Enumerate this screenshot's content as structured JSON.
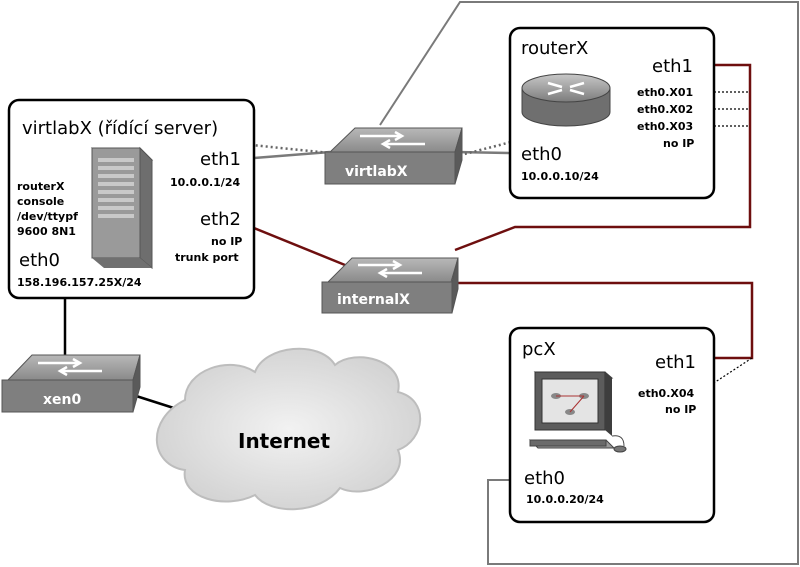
{
  "virtlab_server": {
    "title": "virtlabX (řídící server)",
    "console_lines": [
      "routerX",
      "console",
      "/dev/ttypf",
      "9600 8N1"
    ],
    "eth1_label": "eth1",
    "eth1_ip": "10.0.0.1/24",
    "eth2_label": "eth2",
    "eth2_note1": "no IP",
    "eth2_note2": "trunk port",
    "eth0_label": "eth0",
    "eth0_ip": "158.196.157.25X/24"
  },
  "router": {
    "title": "routerX",
    "eth1_label": "eth1",
    "subifs": [
      "eth0.X01",
      "eth0.X02",
      "eth0.X03"
    ],
    "subif_note": "no IP",
    "eth0_label": "eth0",
    "eth0_ip": "10.0.0.10/24"
  },
  "pc": {
    "title": "pcX",
    "eth1_label": "eth1",
    "subif": "eth0.X04",
    "subif_note": "no IP",
    "eth0_label": "eth0",
    "eth0_ip": "10.0.0.20/24"
  },
  "switches": {
    "virtlab": "virtlabX",
    "internal": "internalX",
    "xen": "xen0"
  },
  "cloud_label": "Internet",
  "colors": {
    "trunk": "#6e0f0f",
    "gray_link": "#7a7a7a",
    "switch_body": "#7f7f7f"
  }
}
